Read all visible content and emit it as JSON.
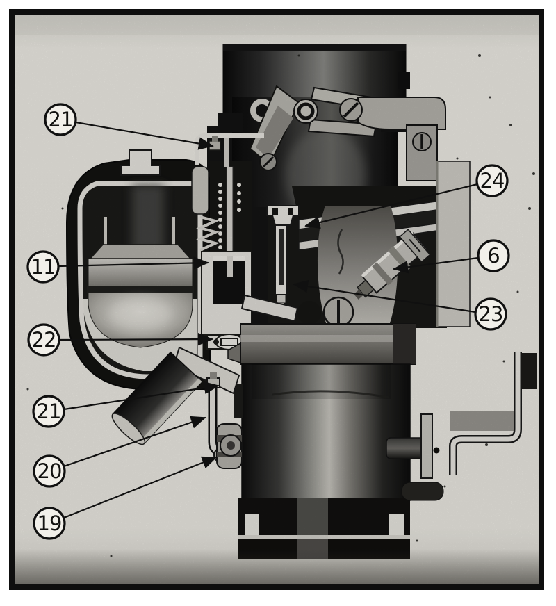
{
  "figure": {
    "type": "cutaway-photograph",
    "subject": "Carburetor cross-section service-manual figure with numbered callouts",
    "paper_color": "#edebe4",
    "frame_color": "#0f0f0f",
    "line_color": "#111111"
  },
  "callouts": [
    {
      "label": "21",
      "side": "left",
      "points_to": "fitting at top of accelerator pump"
    },
    {
      "label": "11",
      "side": "left",
      "points_to": "accelerator pump piston"
    },
    {
      "label": "22",
      "side": "left",
      "points_to": "pump check valve"
    },
    {
      "label": "21",
      "side": "left",
      "points_to": "fitting below bowl"
    },
    {
      "label": "20",
      "side": "left",
      "points_to": "transfer tube"
    },
    {
      "label": "19",
      "side": "left",
      "points_to": "lower tube fitting"
    },
    {
      "label": "24",
      "side": "right",
      "points_to": "discharge nozzle top"
    },
    {
      "label": "6",
      "side": "right",
      "points_to": "angled idle tube"
    },
    {
      "label": "23",
      "side": "right",
      "points_to": "discharge nozzle tip"
    }
  ]
}
